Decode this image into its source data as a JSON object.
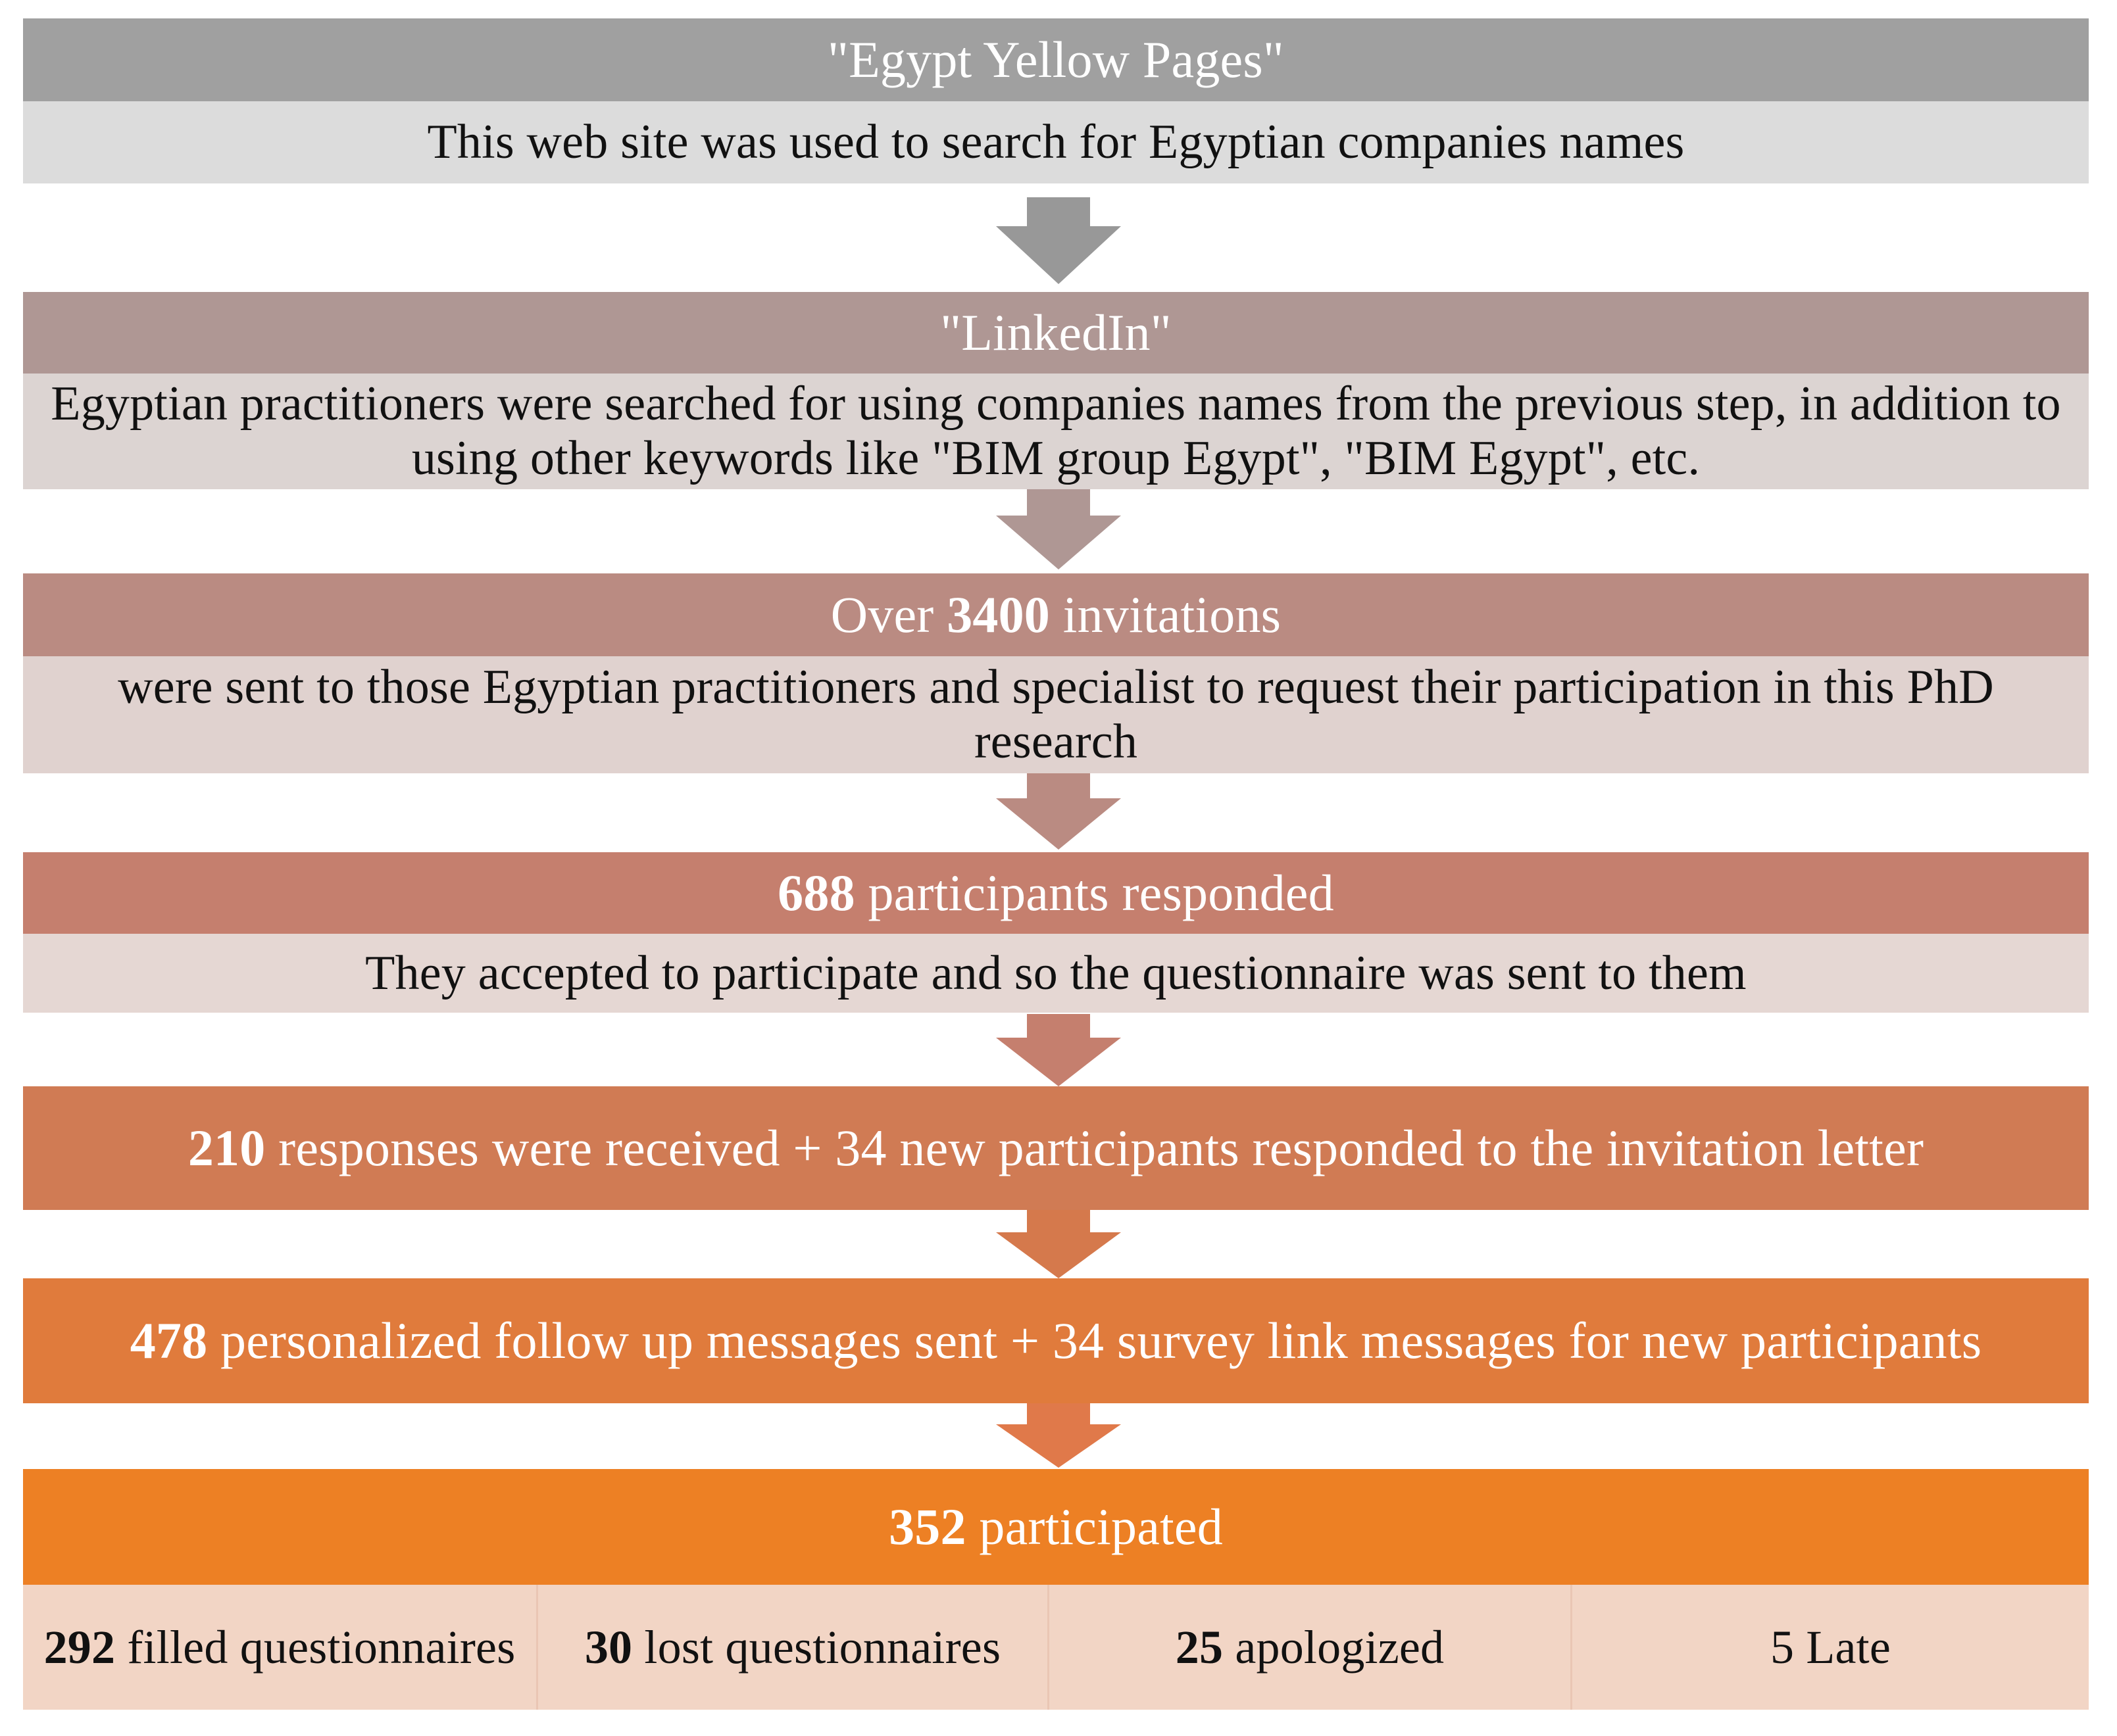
{
  "diagram": {
    "title": "Participant recruitment flow",
    "type": "flowchart"
  },
  "colors": {
    "stage1_header": "#A0A0A0",
    "stage1_body": "#DCDCDC",
    "stage2_header": "#AF9794",
    "stage2_body": "#DCD4D2",
    "stage3_header": "#BA8B82",
    "stage3_body": "#E0D2CF",
    "stage4_header": "#C57F6E",
    "stage4_body": "#E5D7D3",
    "stage5_header": "#D07B54",
    "stage6_header": "#E07B3C",
    "stage7_header": "#ED8024",
    "split_cell": "#F2D5C5",
    "text_on_dark": "#FFFFFF",
    "text_on_light": "#111111"
  },
  "stages": [
    {
      "id": "egypt-yellow-pages",
      "header": "\"Egypt  Yellow Pages\"",
      "body": "This web site was used to search for Egyptian companies names"
    },
    {
      "id": "linkedin",
      "header": "\"LinkedIn\"",
      "body": "Egyptian practitioners were searched for using companies names from the previous step, in addition to using other keywords like \"BIM group Egypt\", \"BIM Egypt\", etc."
    },
    {
      "id": "invitations",
      "header_prefix": "Over ",
      "header_number": "3400",
      "header_suffix": " invitations",
      "body": "were sent to those Egyptian practitioners and specialist to request their participation in this PhD research"
    },
    {
      "id": "participants-responded",
      "header_number": "688",
      "header_suffix": " participants  responded",
      "body": "They accepted to participate and so the questionnaire was sent to them"
    },
    {
      "id": "responses-received",
      "header_number": "210",
      "header_suffix": " responses  were received + 34 new participants  responded  to the invitation letter"
    },
    {
      "id": "follow-up-messages",
      "header_number": "478",
      "header_suffix": " personalized  follow up messages  sent + 34 survey  link messages  for new participants"
    },
    {
      "id": "participated",
      "header_number": "352",
      "header_suffix": " participated"
    }
  ],
  "outcomes": [
    {
      "id": "filled-questionnaires",
      "number": "292",
      "label": " filled questionnaires"
    },
    {
      "id": "lost-questionnaires",
      "number": "30",
      "label": " lost questionnaires"
    },
    {
      "id": "apologized",
      "number": "25",
      "label": " apologized"
    },
    {
      "id": "late",
      "number": "",
      "label": "5 Late"
    }
  ]
}
